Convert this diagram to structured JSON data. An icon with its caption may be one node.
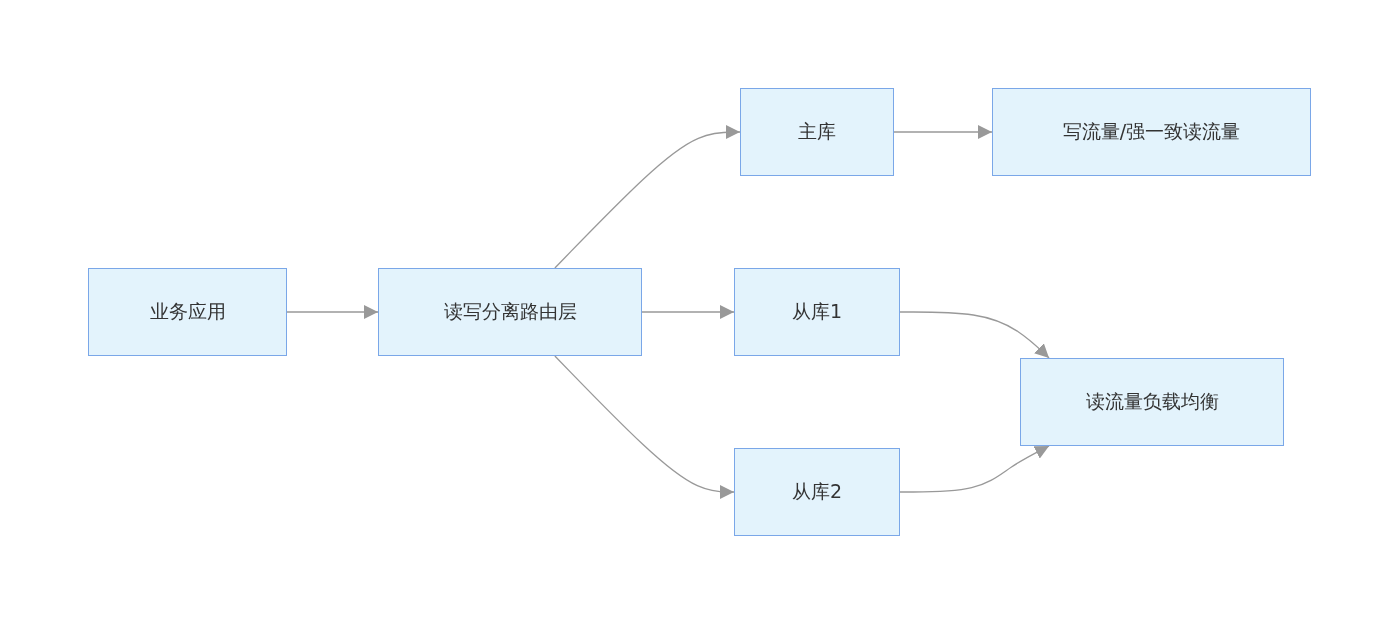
{
  "diagram": {
    "nodes": [
      {
        "text": [
          "业务应用"
        ]
      },
      {
        "text": [
          "读写分离路由层"
        ]
      },
      {
        "text": [
          "主库"
        ]
      },
      {
        "text": [
          "写流量/强一致读流量"
        ]
      },
      {
        "text": [
          "从库1"
        ]
      },
      {
        "text": [
          "读流量负载均衡"
        ]
      },
      {
        "text": [
          "从库2"
        ]
      }
    ],
    "edges": [
      {
        "from": 0,
        "to": 1,
        "arrow": "to"
      },
      {
        "from": 1,
        "to": 2,
        "arrow": "to"
      },
      {
        "from": 2,
        "to": 3,
        "arrow": "to"
      },
      {
        "from": 1,
        "to": 4,
        "arrow": "to"
      },
      {
        "from": 1,
        "to": 6,
        "arrow": "to"
      },
      {
        "from": 4,
        "to": 5,
        "arrow": "to"
      },
      {
        "from": 6,
        "to": 5,
        "arrow": "to"
      }
    ]
  }
}
